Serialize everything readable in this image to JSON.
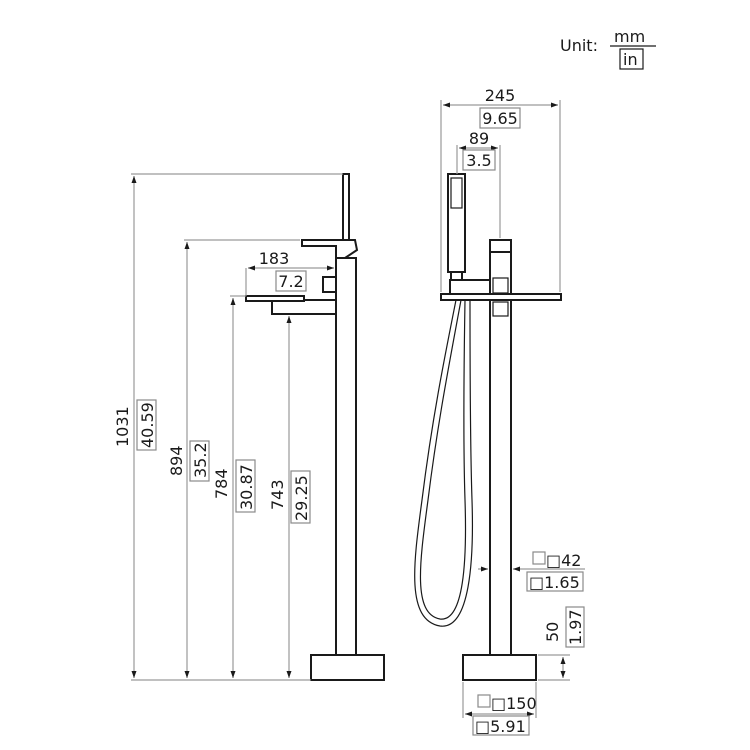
{
  "unit_legend": {
    "prefix": "Unit:",
    "primary": "mm",
    "secondary": "in"
  },
  "side_view": {
    "overall_height": {
      "mm": "1031",
      "in": "40.59"
    },
    "handle_height": {
      "mm": "894",
      "in": "35.2"
    },
    "spout_top_height": {
      "mm": "784",
      "in": "30.87"
    },
    "spout_outlet_height": {
      "mm": "743",
      "in": "29.25"
    },
    "spout_reach": {
      "mm": "183",
      "in": "7.2"
    }
  },
  "front_view": {
    "overall_width": {
      "mm": "245",
      "in": "9.65"
    },
    "handshower_offset": {
      "mm": "89",
      "in": "3.5"
    },
    "column_size": {
      "mm": "□42",
      "in": "□1.65"
    },
    "base_height": {
      "mm": "50",
      "in": "1.97"
    },
    "base_size": {
      "mm": "□150",
      "in": "□5.91"
    }
  },
  "colors": {
    "line": "#1a1a1a",
    "dimension": "#9a9a9a",
    "background": "#ffffff"
  }
}
